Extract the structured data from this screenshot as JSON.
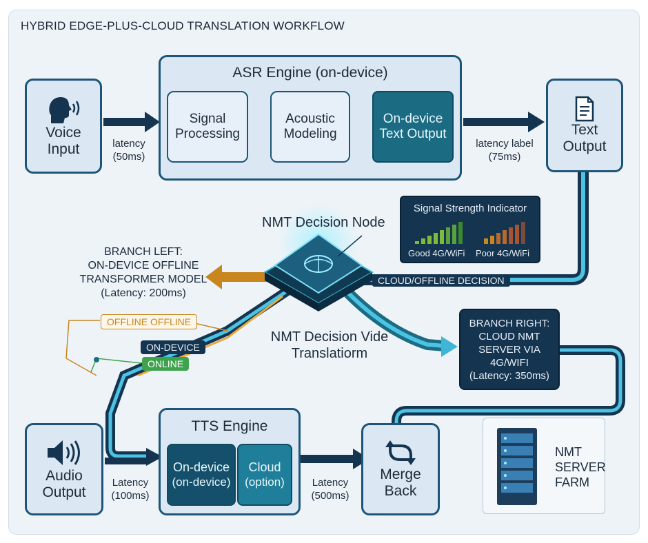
{
  "title": "HYBRID EDGE-PLUS-CLOUD TRANSLATION WORKFLOW",
  "voice_input": {
    "line1": "Voice",
    "line2": "Input",
    "icon": "speaking-head-icon"
  },
  "latency_in": {
    "line1": "latency",
    "line2": "(50ms)"
  },
  "asr": {
    "title": "ASR Engine (on-device)",
    "step1": {
      "line1": "Signal",
      "line2": "Processing"
    },
    "step2": {
      "line1": "Acoustic",
      "line2": "Modeling"
    },
    "step3": {
      "line1": "On-device",
      "line2": "Text Output"
    }
  },
  "latency_out": {
    "line1": "latency label",
    "line2": "(75ms)"
  },
  "text_output": {
    "line1": "Text",
    "line2": "Output",
    "icon": "document-icon"
  },
  "signal": {
    "title": "Signal Strength Indicator",
    "good": "Good 4G/WiFi",
    "poor": "Poor 4G/WiFi"
  },
  "nmt_node": {
    "label": "NMT Decision Node",
    "icon": "globe-chip-icon"
  },
  "cloud_decision": "CLOUD/OFFLINE DECISION",
  "branch_left": {
    "line1": "BRANCH LEFT:",
    "line2": "ON-DEVICE OFFLINE",
    "line3": "TRANSFORMER MODEL",
    "line4": "(Latency: 200ms)"
  },
  "tags": {
    "offline": "OFFLINE OFFLINE",
    "on_device": "ON-DEVICE",
    "online": "ONLINE"
  },
  "nmt_vide": {
    "line1": "NMT Decision Vide",
    "line2": "Translatiorm"
  },
  "branch_right": {
    "line1": "BRANCH RIGHT:",
    "line2": "CLOUD NMT",
    "line3": "SERVER VIA",
    "line4": "4G/WIFI",
    "line5": "(Latency: 350ms)"
  },
  "server_farm": {
    "line1": "NMT",
    "line2": "SERVER",
    "line3": "FARM",
    "icon": "server-rack-icon"
  },
  "audio_output": {
    "line1": "Audio",
    "line2": "Output",
    "icon": "speaker-icon"
  },
  "latency_tts": {
    "line1": "Latency",
    "line2": "(100ms)"
  },
  "tts": {
    "title": "TTS Engine",
    "on_device": {
      "line1": "On-device",
      "line2": "(on-device)"
    },
    "cloud": {
      "line1": "Cloud",
      "line2": "(option)"
    }
  },
  "latency_merge": {
    "line1": "Latency",
    "line2": "(500ms)"
  },
  "merge": {
    "line1": "Merge",
    "line2": "Back",
    "icon": "merge-arrows-icon"
  },
  "colors": {
    "navy": "#14344f",
    "teal": "#1b6b83",
    "cyan": "#3fb6d6",
    "orange": "#c9861e",
    "green": "#3fa34d"
  }
}
